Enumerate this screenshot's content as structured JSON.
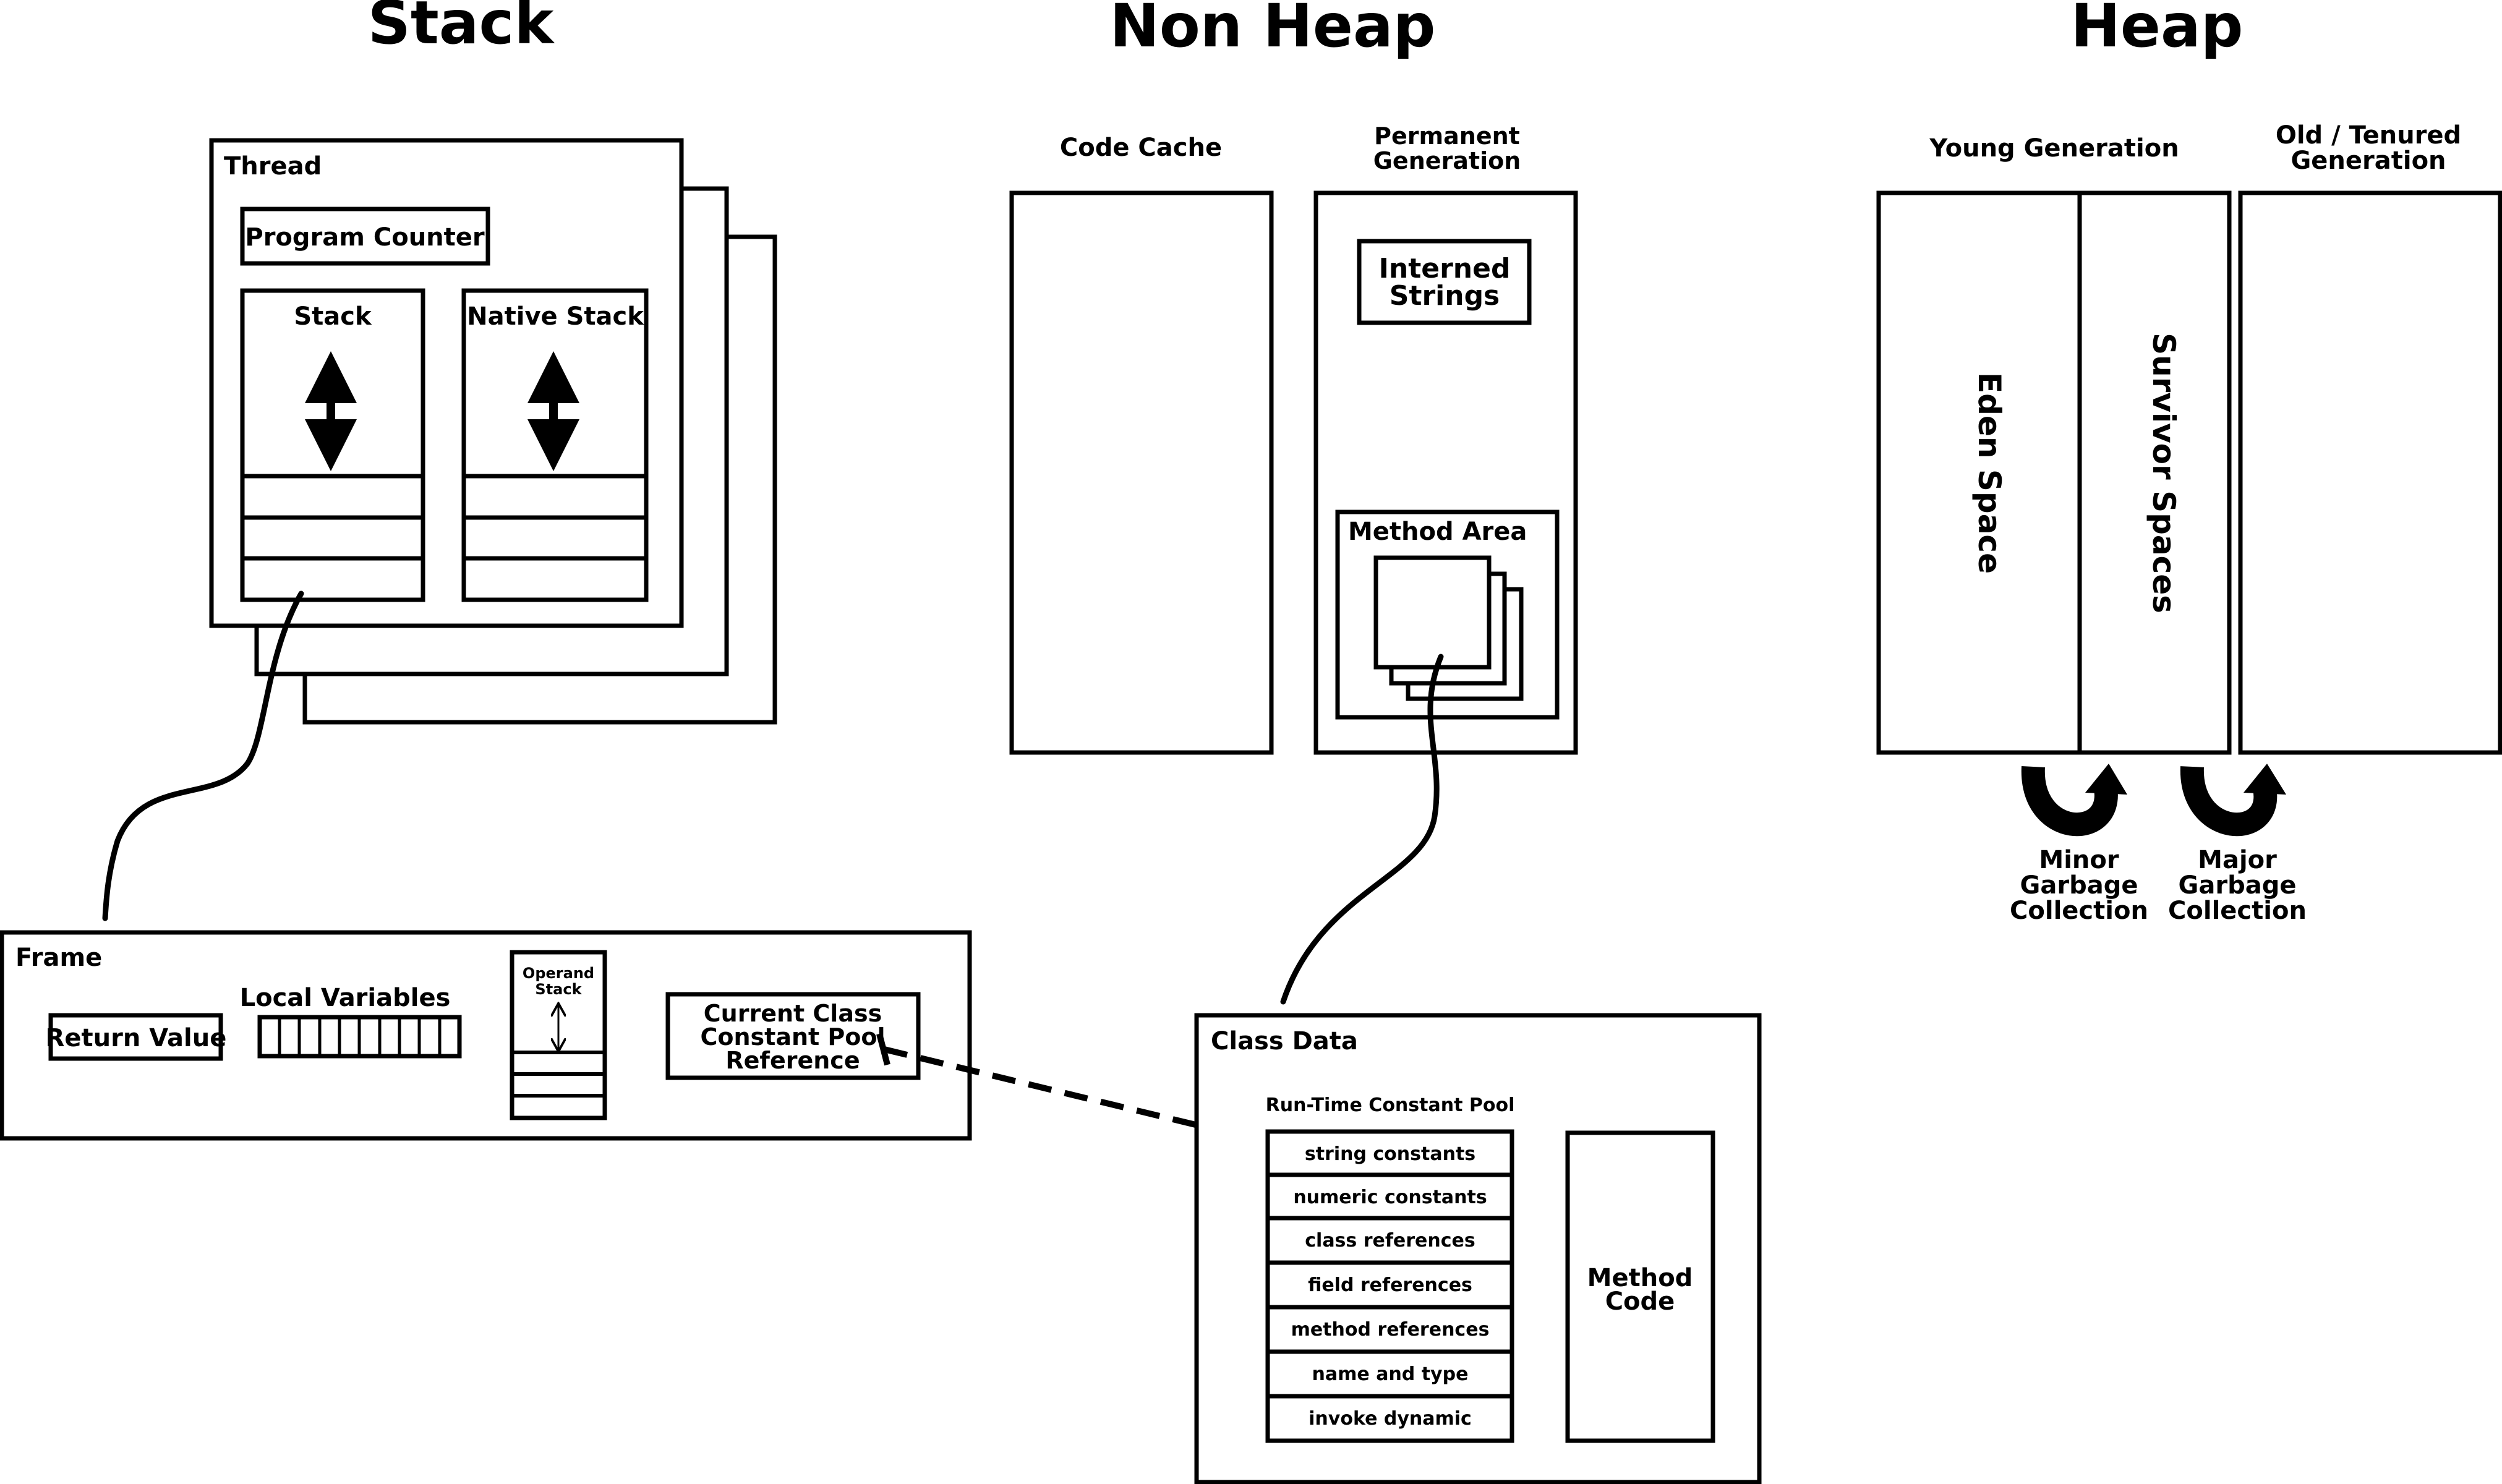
{
  "sections": {
    "stack": "Stack",
    "non_heap": "Non Heap",
    "heap": "Heap"
  },
  "thread": {
    "title": "Thread",
    "program_counter": "Program Counter",
    "stack": "Stack",
    "native_stack": "Native Stack"
  },
  "frame": {
    "title": "Frame",
    "return_value": "Return Value",
    "local_variables": "Local Variables",
    "operand_stack": [
      "Operand",
      "Stack"
    ],
    "current_class_ref": [
      "Current Class",
      "Constant Pool",
      "Reference"
    ]
  },
  "non_heap": {
    "code_cache": "Code Cache",
    "permanent_generation": [
      "Permanent",
      "Generation"
    ],
    "interned_strings": [
      "Interned",
      "Strings"
    ],
    "method_area": "Method Area"
  },
  "class_data": {
    "title": "Class Data",
    "rtcp_title": "Run-Time Constant Pool",
    "rtcp_items": [
      "string constants",
      "numeric constants",
      "class references",
      "field references",
      "method references",
      "name and type",
      "invoke dynamic"
    ],
    "method_code": [
      "Method",
      "Code"
    ]
  },
  "heap": {
    "young_generation": "Young Generation",
    "old_generation": [
      "Old / Tenured",
      "Generation"
    ],
    "eden_space": "Eden Space",
    "survivor_spaces": "Survivor Spaces",
    "minor_gc": [
      "Minor",
      "Garbage",
      "Collection"
    ],
    "major_gc": [
      "Major",
      "Garbage",
      "Collection"
    ]
  }
}
